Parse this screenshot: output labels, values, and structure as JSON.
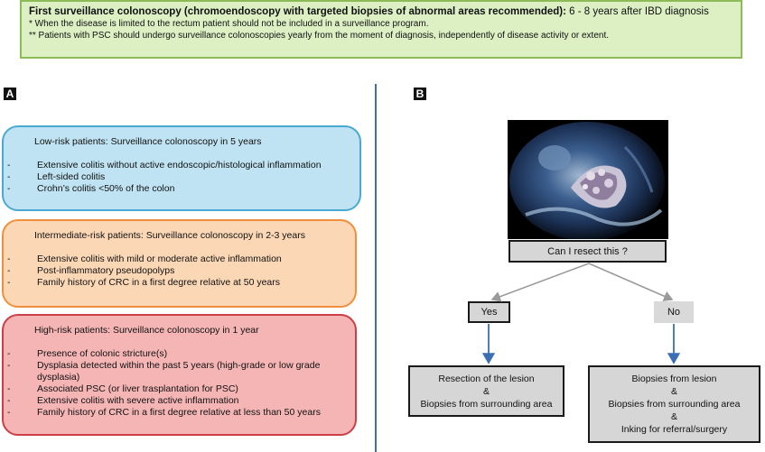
{
  "banner": {
    "title": "First surveillance colonoscopy  (chromoendoscopy with targeted biopsies of abnormal areas recommended):",
    "title_tail": " 6 - 8 years after IBD diagnosis",
    "note1": "*    When the disease is limited to the rectum patient should not be included in a surveillance program.",
    "note2": "**  Patients with PSC should undergo surveillance colonoscopies yearly from the moment of diagnosis, independently of disease activity or extent."
  },
  "panel_a": {
    "label": "A",
    "low": {
      "heading": "Low-risk patients: Surveillance colonoscopy in 5 years",
      "items": [
        "Extensive colitis without active endoscopic/histological inflammation",
        "Left-sided colitis",
        "Crohn’s colitis <50% of the colon"
      ]
    },
    "intermediate": {
      "heading": "Intermediate-risk patients: Surveillance colonoscopy in 2-3 years",
      "items": [
        "Extensive colitis with mild or moderate active  inflammation",
        "Post-inflammatory pseudopolyps",
        "Family history of CRC in a first degree relative at 50 years"
      ]
    },
    "high": {
      "heading": "High-risk patients: Surveillance colonoscopy in 1 year",
      "items": [
        "Presence of colonic stricture(s)",
        "Dysplasia detected within the past 5 years (high-grade or low grade dysplasia)",
        "Associated PSC (or liver trasplantation for PSC)",
        "Extensive colitis with severe active inflammation",
        "Family history of CRC in a first degree relative at less than 50 years"
      ]
    },
    "dash": "-"
  },
  "panel_b": {
    "label": "B",
    "question": "Can I resect this ?",
    "yes": "Yes",
    "no": "No",
    "yes_outcome": [
      "Resection of the lesion",
      "&",
      "Biopsies from surrounding area"
    ],
    "no_outcome": [
      "Biopsies from lesion",
      "&",
      "Biopsies from surrounding area",
      "&",
      "Inking for referral/surgery"
    ]
  },
  "colors": {
    "banner_bg": "#dcf0c4",
    "low_risk": "#bfe3f2",
    "intermediate_risk": "#fbd7b6",
    "high_risk": "#f5b5b5",
    "divider": "#3a6fb5",
    "arrow": "#3a6fb5"
  }
}
